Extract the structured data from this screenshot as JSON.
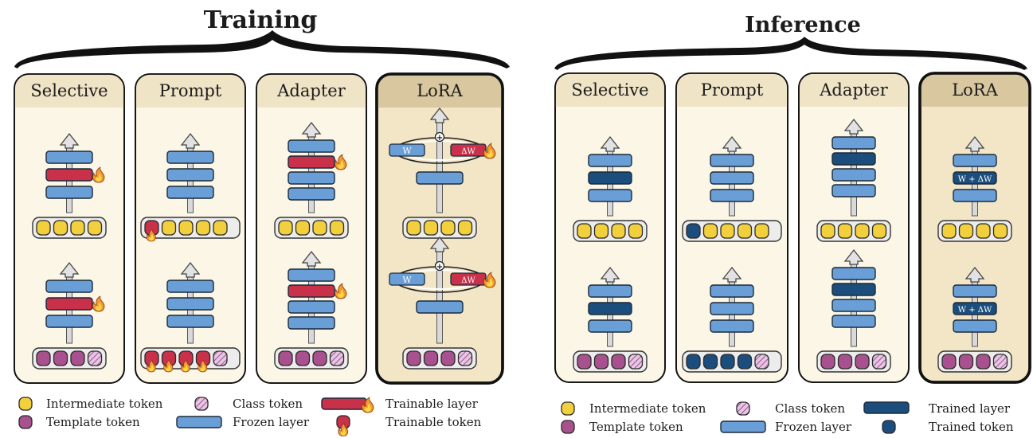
{
  "training": {
    "title": "Training",
    "panels": [
      {
        "name": "Selective"
      },
      {
        "name": "Prompt"
      },
      {
        "name": "Adapter"
      },
      {
        "name": "LoRA"
      }
    ],
    "legend": {
      "intermediate": "Intermediate token",
      "template": "Template token",
      "class": "Class token",
      "frozen": "Frozen layer",
      "trainable_layer": "Trainable layer",
      "trainable_token": "Trainable token"
    }
  },
  "inference": {
    "title": "Inference",
    "panels": [
      {
        "name": "Selective"
      },
      {
        "name": "Prompt"
      },
      {
        "name": "Adapter"
      },
      {
        "name": "LoRA"
      }
    ],
    "legend": {
      "intermediate": "Intermediate token",
      "template": "Template token",
      "class": "Class token",
      "frozen": "Frozen layer",
      "trained_layer": "Trained layer",
      "trained_token": "Trained token"
    }
  },
  "lora_labels": {
    "w": "W",
    "dw": "ΔW",
    "merged": "W + ΔW",
    "plus": "+"
  },
  "colors": {
    "panel_fill": "#fbf6e6",
    "panel_header": "#efe4c6",
    "lora_fill": "#f2e6c6",
    "lora_header": "#d9c7a0",
    "frozen": "#6a9ed6",
    "trainable": "#c9304a",
    "trained": "#1b4e7c",
    "yellow_token": "#f2cf3c",
    "purple_token": "#a9508f",
    "flame_orange": "#f39a2a",
    "flame_yellow": "#ffd84a"
  }
}
